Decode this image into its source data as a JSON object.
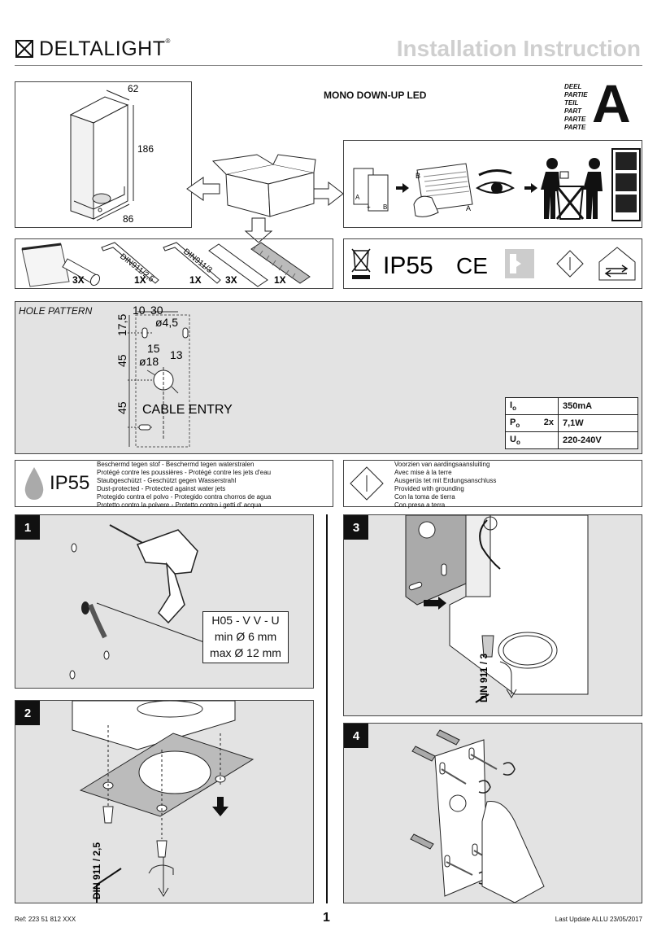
{
  "header": {
    "brand": "DELTALIGHT",
    "brand_mark": "®",
    "doc_type": "Installation Instruction",
    "product_name": "MONO DOWN-UP LED",
    "part_labels": [
      "DEEL",
      "PARTIE",
      "TEIL",
      "PART",
      "PARTE",
      "PARTE"
    ],
    "part_letter": "A"
  },
  "dimensions": {
    "width": "62",
    "height": "186",
    "depth": "86"
  },
  "unpack": {
    "sheet_a": "A",
    "sheet_b": "B",
    "sheet_plus": "+",
    "doc_letter_b": "B",
    "doc_letter_a": "A"
  },
  "contents": [
    {
      "qty": "3X",
      "label": ""
    },
    {
      "qty": "1X",
      "label": "DIN911/2,5"
    },
    {
      "qty": "1X",
      "label": "DIN911/3"
    },
    {
      "qty": "3X",
      "label": ""
    },
    {
      "qty": "1X",
      "label": ""
    }
  ],
  "cert": {
    "ip": "IP55",
    "ce": "CE"
  },
  "hole_pattern": {
    "title": "HOLE PATTERN",
    "dim_top": "17,5",
    "dim_10": "10",
    "dim_30": "30",
    "dia_small": "ø4,5",
    "dim_15": "15",
    "dim_13": "13",
    "dim_45a": "45",
    "dia_large": "ø18",
    "dim_45b": "45",
    "cable_entry": "CABLE ENTRY"
  },
  "specs": {
    "rows": [
      {
        "symbol": "I",
        "sub": "o",
        "mult": "",
        "value": "350mA"
      },
      {
        "symbol": "P",
        "sub": "o",
        "mult": "2x",
        "value": "7,1W"
      },
      {
        "symbol": "U",
        "sub": "o",
        "mult": "",
        "value": "220-240V"
      }
    ]
  },
  "ip_notes": {
    "ip": "IP55",
    "lines": [
      "Beschermd tegen stof    -    Beschermd tegen waterstralen",
      "Protégé contre les poussières   -   Protégé contre les jets d'eau",
      "Staubgeschützt   -   Geschützt gegen Wasserstrahl",
      "Dust-protected   -   Protected against water jets",
      "Protegido contra el polvo   -   Protegido contra chorros de agua",
      "Protetto contro la polvere   -   Protetto contro i getti d' acqua"
    ]
  },
  "ground_notes": {
    "lines": [
      "Voorzien van aardingsaansluiting",
      "Avec mise à la terre",
      "Ausgerüs tet mit Erdungsanschluss",
      "Provided with grounding",
      "Con la toma de tierra",
      "Con presa a terra"
    ]
  },
  "steps": [
    {
      "num": "1",
      "cable_lines": [
        "H05 - V V - U",
        "min Ø 6 mm",
        "max Ø 12 mm"
      ]
    },
    {
      "num": "2",
      "din": "DIN 911 / 2,5"
    },
    {
      "num": "3",
      "din": "DIN 911 / 3"
    },
    {
      "num": "4"
    }
  ],
  "footer": {
    "ref": "Ref: 223 51 812 XXX",
    "page": "1",
    "update": "Last Update ALLU 23/05/2017"
  }
}
